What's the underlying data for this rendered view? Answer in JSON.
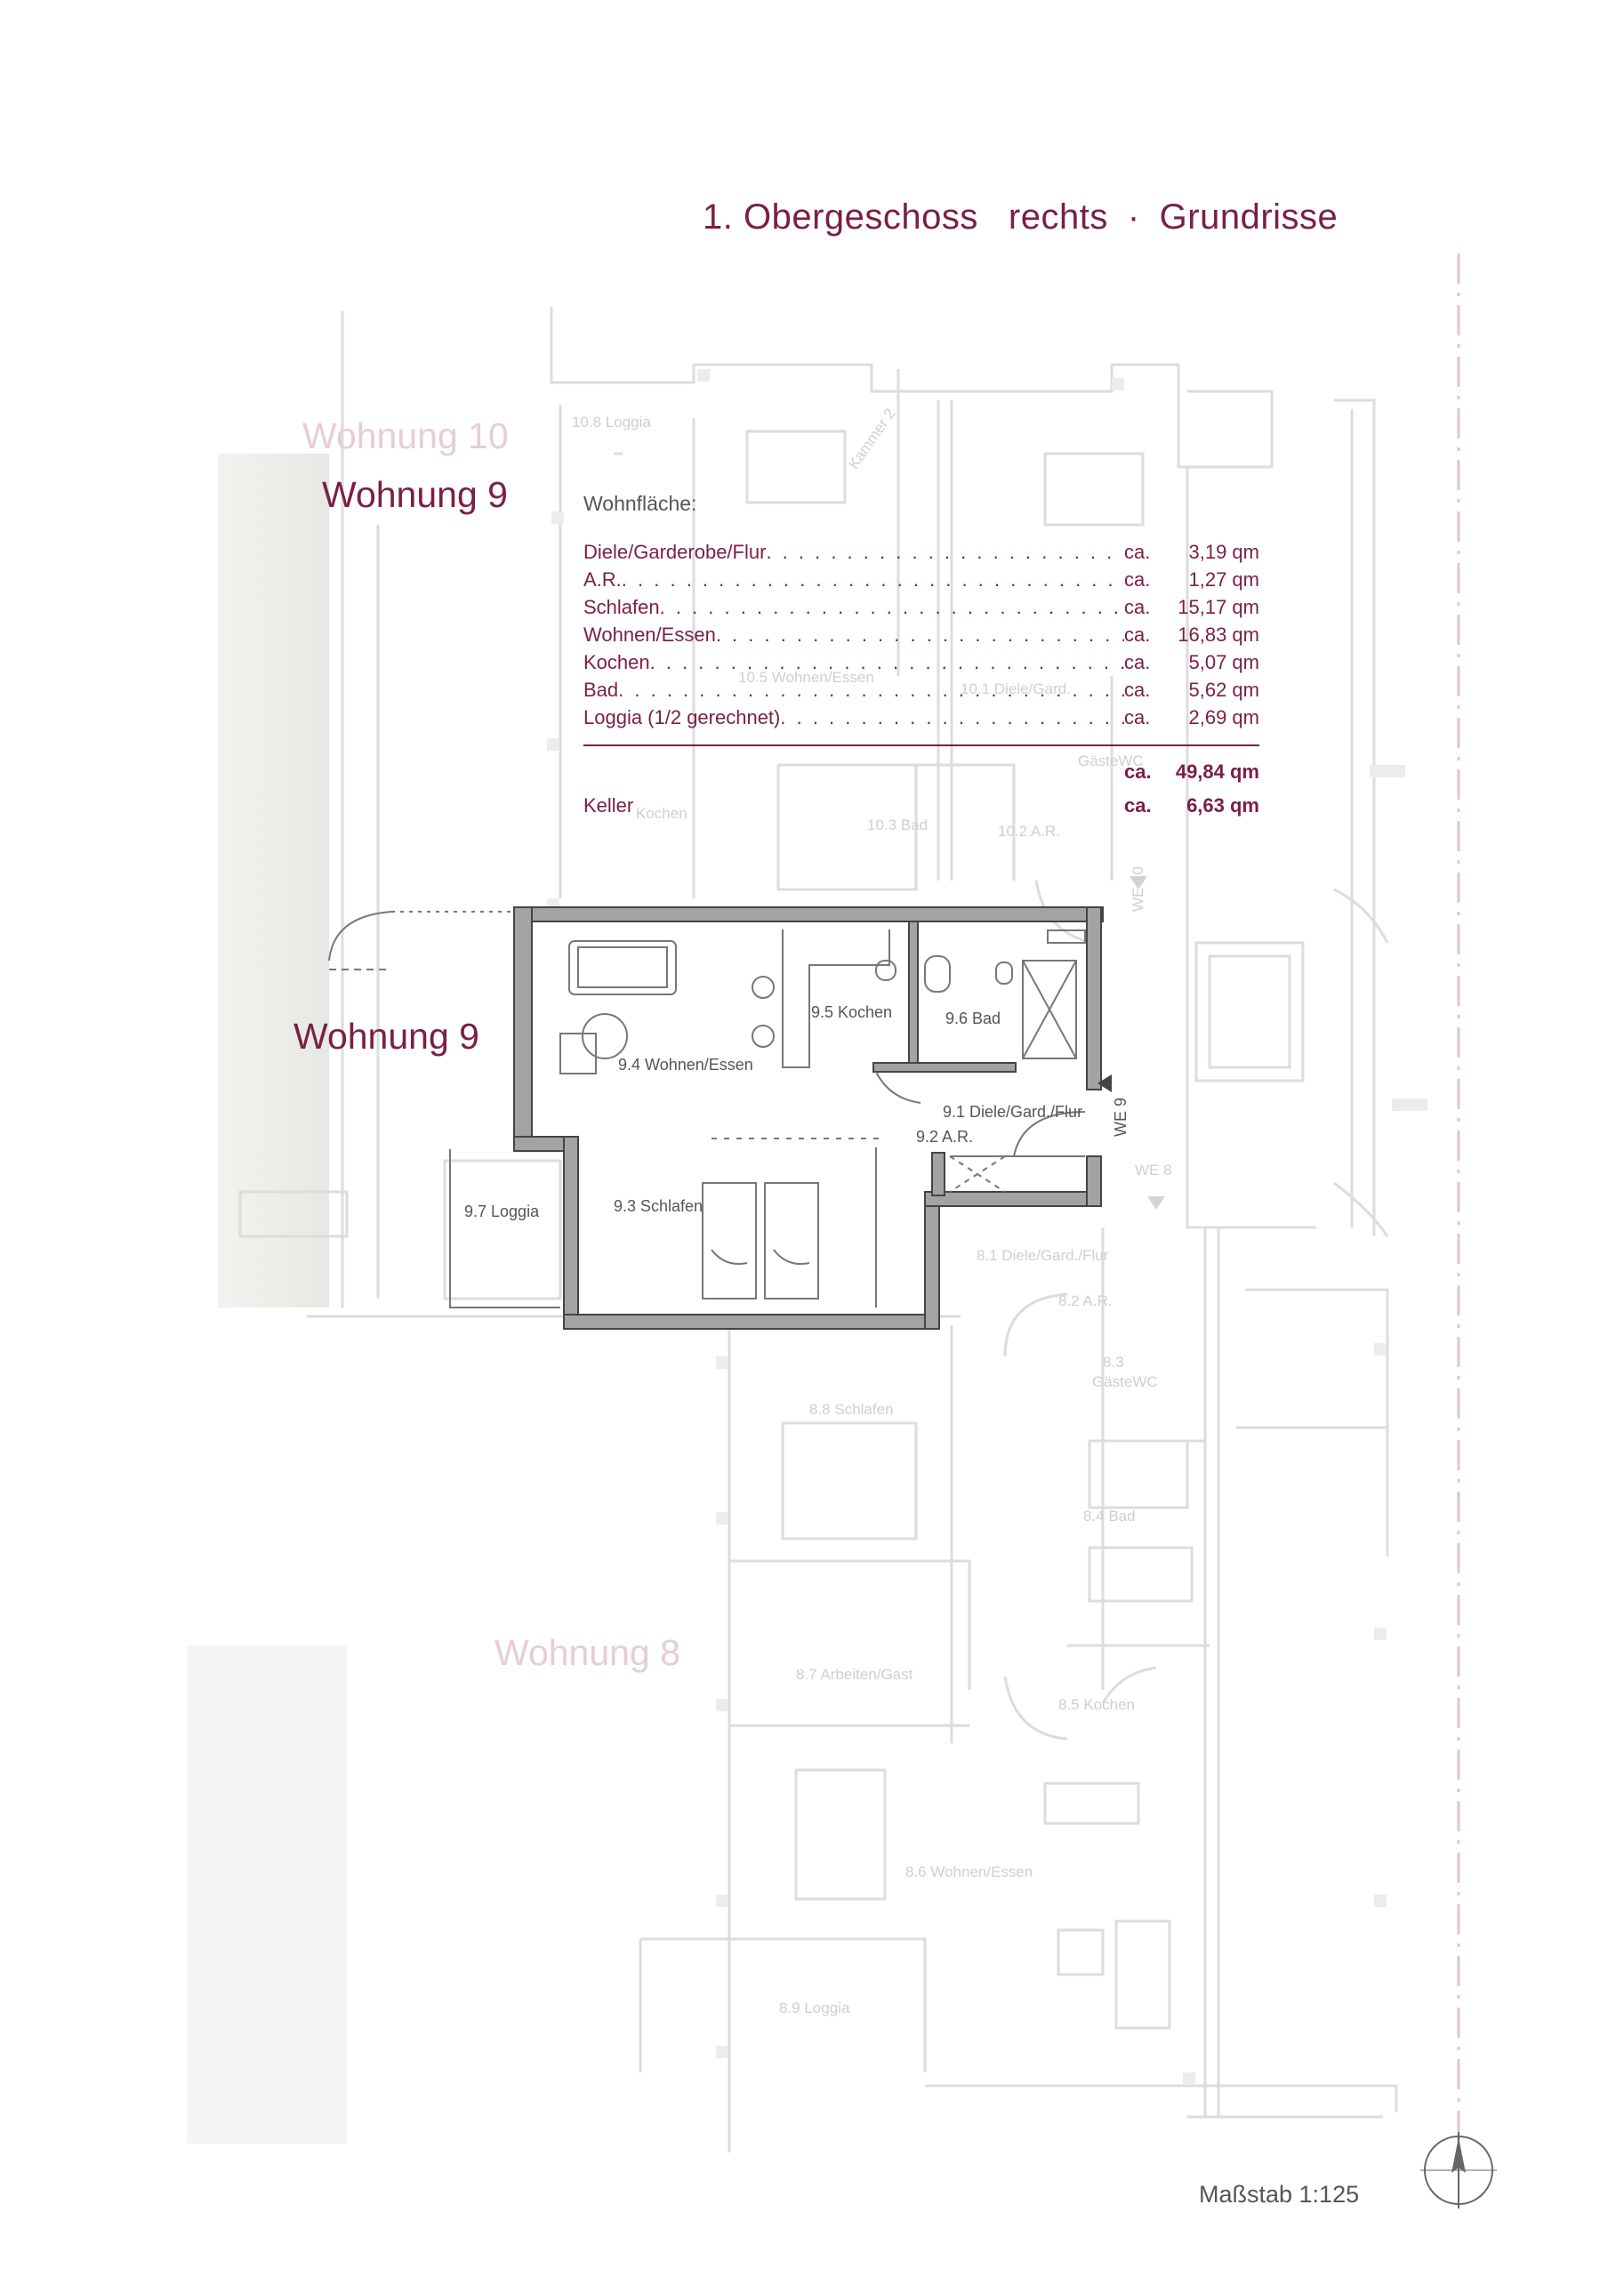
{
  "title": {
    "floor": "1. Obergeschoss",
    "side": "rechts",
    "separator": "·",
    "kind": "Grundrisse"
  },
  "apartments": {
    "faded_top": "Wohnung 10",
    "main_header": "Wohnung 9",
    "main_plan": "Wohnung 9",
    "faded_bottom": "Wohnung 8"
  },
  "areas": {
    "heading": "Wohnfläche:",
    "rows": [
      {
        "name": "Diele/Garderobe/Flur",
        "ca": "ca.",
        "value": "3,19 qm"
      },
      {
        "name": "A.R.",
        "ca": "ca.",
        "value": "1,27 qm"
      },
      {
        "name": "Schlafen",
        "ca": "ca.",
        "value": "15,17 qm"
      },
      {
        "name": "Wohnen/Essen",
        "ca": "ca.",
        "value": "16,83 qm"
      },
      {
        "name": "Kochen",
        "ca": "ca.",
        "value": "5,07 qm"
      },
      {
        "name": "Bad",
        "ca": "ca.",
        "value": "5,62 qm"
      },
      {
        "name": "Loggia (1/2 gerechnet)",
        "ca": "ca.",
        "value": "2,69 qm"
      }
    ],
    "total": {
      "ca": "ca.",
      "value": "49,84 qm"
    },
    "keller": {
      "name": "Keller",
      "ca": "ca.",
      "value": "6,63 qm"
    }
  },
  "rooms_unit9": {
    "kochen": "9.5 Kochen",
    "bad": "9.6 Bad",
    "wohnen": "9.4 Wohnen/Essen",
    "diele": "9.1 Diele/Gard./Flur",
    "ar": "9.2 A.R.",
    "schlafen": "9.3 Schlafen",
    "loggia": "9.7 Loggia",
    "entrance": "WE 9"
  },
  "rooms_other": {
    "w10_loggia": "10.8 Loggia",
    "w10_kammer": "Kammer 2",
    "w10_wohnen": "10.5 Wohnen/Essen",
    "w10_diele": "10.1 Diele/Gard.",
    "w10_bad": "10.3 Bad",
    "w10_ar": "10.2 A.R.",
    "w10_kochen": "Kochen",
    "w10_gaeste": "GästeWC",
    "we10": "WE 10",
    "we8": "WE 8",
    "w8_diele": "8.1 Diele/Gard./Flur",
    "w8_ar": "8.2 A.R.",
    "w8_gaeste_no": "8.3",
    "w8_gaeste": "GästeWC",
    "w8_schlafen": "8.8 Schlafen",
    "w8_bad": "8.4 Bad",
    "w8_arbeiten": "8.7 Arbeiten/Gast",
    "w8_kochen": "8.5 Kochen",
    "w8_wohnen": "8.6 Wohnen/Essen",
    "w8_loggia": "8.9 Loggia"
  },
  "scale": "Maßstab 1:125",
  "colors": {
    "accent": "#7a1f45",
    "faded_accent": "#e6cdd8",
    "wall_dark": "#555555",
    "wall_fill": "#9a9a9a",
    "ghost_lines": "#d8d8d8"
  }
}
